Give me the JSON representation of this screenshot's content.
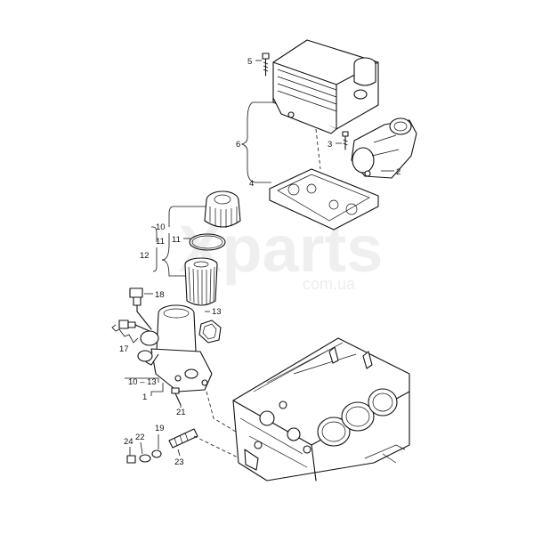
{
  "watermark": {
    "brand": "Xparts",
    "domain": "com.ua"
  },
  "callouts": {
    "c1": "1",
    "c2": "2",
    "c3": "3",
    "c4": "4",
    "c5": "5",
    "c6": "6",
    "c10": "10",
    "c11": "11",
    "c11b": "11",
    "c12": "12",
    "c13": "13",
    "c10_13": "10 – 13",
    "c17": "17",
    "c18": "18",
    "c19": "19",
    "c21": "21",
    "c22": "22",
    "c23": "23",
    "c24": "24"
  }
}
